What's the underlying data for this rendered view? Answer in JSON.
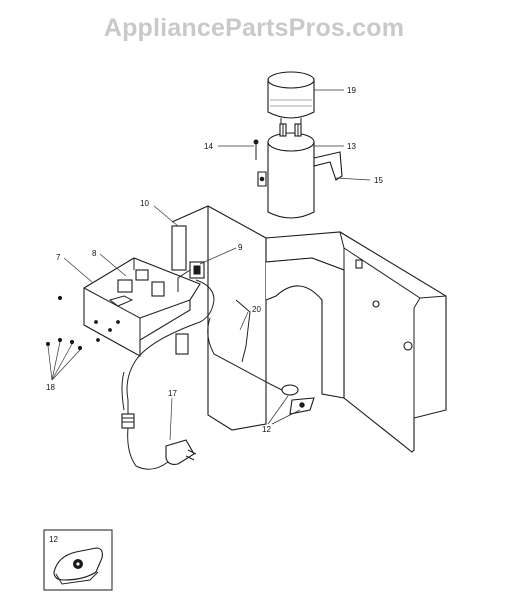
{
  "watermark": "AppliancePartsPros.com",
  "callouts": {
    "c19": "19",
    "c13": "13",
    "c14": "14",
    "c15": "15",
    "c10": "10",
    "c9": "9",
    "c8": "8",
    "c7": "7",
    "c20": "20",
    "c18": "18",
    "c17": "17",
    "c12": "12",
    "inset": "12"
  }
}
